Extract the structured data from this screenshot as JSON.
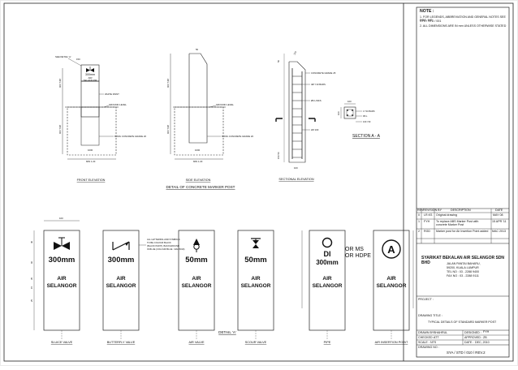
{
  "notes": {
    "heading": "NOTE :",
    "lines": [
      "1. FOR LEGENDS, ABBREVIATION AND GENERAL NOTES SEE DRG. NO",
      "     SYS / STD / 001",
      "2. ALL DIMENSIONS ARE IN mm UNLESS OTHERWISE STATED"
    ]
  },
  "concrete_detail": {
    "title": "DETAIL OF CONCRETE MARKER POST",
    "front_elevation": {
      "title": "FRONT ELEVATION",
      "plate_size": "300mm",
      "plate_org": [
        "AIR",
        "SELANGOR"
      ],
      "see_detail": "SEE DETAIL 'A'",
      "dims": [
        "150",
        "600 TJM",
        "600 TJM",
        "1000",
        "MIN 1.20"
      ],
      "notes": [
        "WHITE PAINT",
        "GROUND LEVEL",
        "MASS CONCRETE GRADE 20"
      ]
    },
    "side_elevation": {
      "title": "SIDE ELEVATION",
      "dims": [
        "50",
        "600 TJM",
        "600 TJM",
        "1000",
        "MIN 1.20"
      ],
      "notes": [
        "GROUND LEVEL",
        "MASS CONCRETE GRADE 20"
      ]
    },
    "sectional_elevation": {
      "title": "SECTIONAL ELEVATION",
      "dims": [
        "50",
        "150",
        "100"
      ],
      "notes": [
        "CONCRETE GRADE 25",
        "4Ø Y10 BARS",
        "Ø6 LINKS",
        "2M 100",
        "150 50"
      ]
    },
    "section_aa": {
      "title": "SECTION A - A",
      "dims": [
        "100",
        "100"
      ],
      "notes": [
        "4 Y10 BARS",
        "R6 L",
        "100 / 50"
      ]
    }
  },
  "detail_a": {
    "title": "DETAIL 'A'",
    "panel_width": "100",
    "panel_dims": [
      "40",
      "60",
      "35",
      "15",
      "25"
    ],
    "panels": [
      {
        "symbol": "sluice-valve",
        "size": "300mm",
        "line1": "AIR",
        "line2": "SELANGOR",
        "caption": "SLUICE VALVE"
      },
      {
        "symbol": "butterfly-valve",
        "size": "300mm",
        "line1": "AIR",
        "line2": "SELANGOR",
        "caption": "BUTTERFLY VALVE"
      },
      {
        "symbol": "air-valve",
        "size": "50mm",
        "line1": "AIR",
        "line2": "SELANGOR",
        "caption": "AIR VALVE"
      },
      {
        "symbol": "scour-valve",
        "size": "50mm",
        "line1": "AIR",
        "line2": "SELANGOR",
        "caption": "SCOUR VALVE"
      },
      {
        "symbol": "pipe",
        "material": "DI",
        "size": "300mm",
        "line1": "AIR",
        "line2": "SELANGOR",
        "caption": "PIPE"
      },
      {
        "symbol": "air-insertion-point",
        "letter": "A",
        "line1": "AIR",
        "line2": "SELANGOR",
        "caption": "AIR INSERTION POINT"
      }
    ],
    "lettering_note": [
      "ALL LETTERING AND SYMBOLS",
      "TO BE COLOUR BLACK",
      "(BLACK PAINT), BACKGROUND",
      "IN BLUE (COLOUR BLUE : RAL 5019)"
    ],
    "pipe_material_note": [
      "OR MS",
      "OR HDPE"
    ]
  },
  "title_block": {
    "revision_headers": [
      "REV",
      "REVISION BY",
      "DESCRIPTION",
      "DATE"
    ],
    "revisions": [
      {
        "rev": "0",
        "by": "LR.KS",
        "desc": "Original drawing",
        "date": "MAY 08"
      },
      {
        "rev": "1",
        "by": "FYH",
        "desc": "To replace ABS Marker Post with concrete Marker Post",
        "date": "15 APR '11"
      },
      {
        "rev": "2",
        "by": "RGD",
        "desc": "Marker post for Air Insertion Point added",
        "date": "MAC 2013"
      }
    ],
    "company": "SYARIKAT BEKALAN AIR SELANGOR SDN BHD",
    "address": [
      "JALAN PANTAI BAHARU,",
      "59200, KUALA LUMPUR",
      "TEL NO : 03 - 2288 9400",
      "FAX NO : 03 - 2288 9111"
    ],
    "project_label": "PROJECT :",
    "drawing_title_label": "DRAWING TITLE :",
    "drawing_title": "TYPICAL DETAILS OF STANDARD MARKER POST",
    "drawn_by_label": "DRAWN BY :",
    "drawn_by": "SHAHRUL",
    "designed_label": "DESIGNED :",
    "designed": "FYH",
    "checked_label": "CHECKED :",
    "checked": "ATT",
    "approved_label": "APPROVED :",
    "approved": "ZB",
    "scale_label": "SCALE :",
    "scale": "NTS",
    "date_label": "DATE :",
    "date": "DEC, 2010",
    "drawing_no_label": "DRAWING NO :",
    "drawing_no": "SYA / STD / 010 / REV.2"
  }
}
